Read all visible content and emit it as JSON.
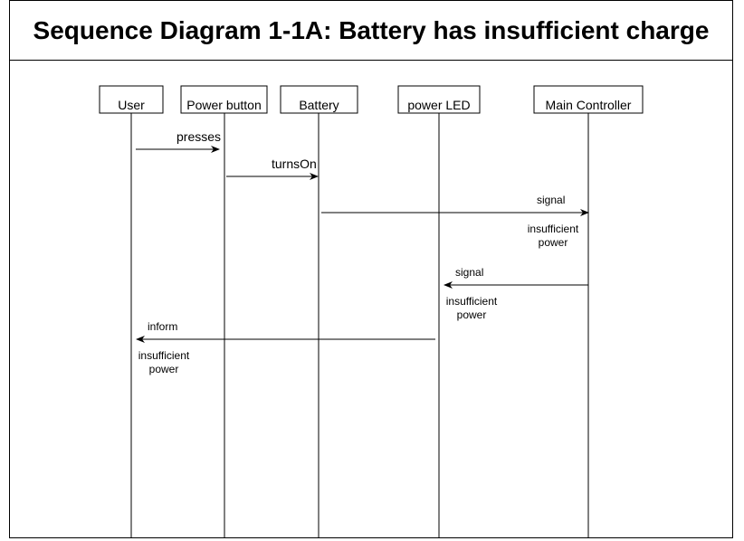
{
  "title": "Sequence Diagram 1-1A: Battery has insufficient charge",
  "participants": [
    {
      "id": "user",
      "label": "User"
    },
    {
      "id": "power_button",
      "label": "Power button"
    },
    {
      "id": "battery",
      "label": "Battery"
    },
    {
      "id": "power_led",
      "label": "power LED"
    },
    {
      "id": "main_controller",
      "label": "Main Controller"
    }
  ],
  "messages": [
    {
      "from": "user",
      "to": "power_button",
      "label": "presses",
      "note": []
    },
    {
      "from": "power_button",
      "to": "battery",
      "label": "turnsOn",
      "note": []
    },
    {
      "from": "battery",
      "to": "main_controller",
      "label": "signal",
      "note": [
        "insufficient",
        "power"
      ]
    },
    {
      "from": "main_controller",
      "to": "power_led",
      "label": "signal",
      "note": [
        "insufficient",
        "power"
      ]
    },
    {
      "from": "power_led",
      "to": "user",
      "label": "inform",
      "note": [
        "insufficient",
        "power"
      ]
    }
  ]
}
